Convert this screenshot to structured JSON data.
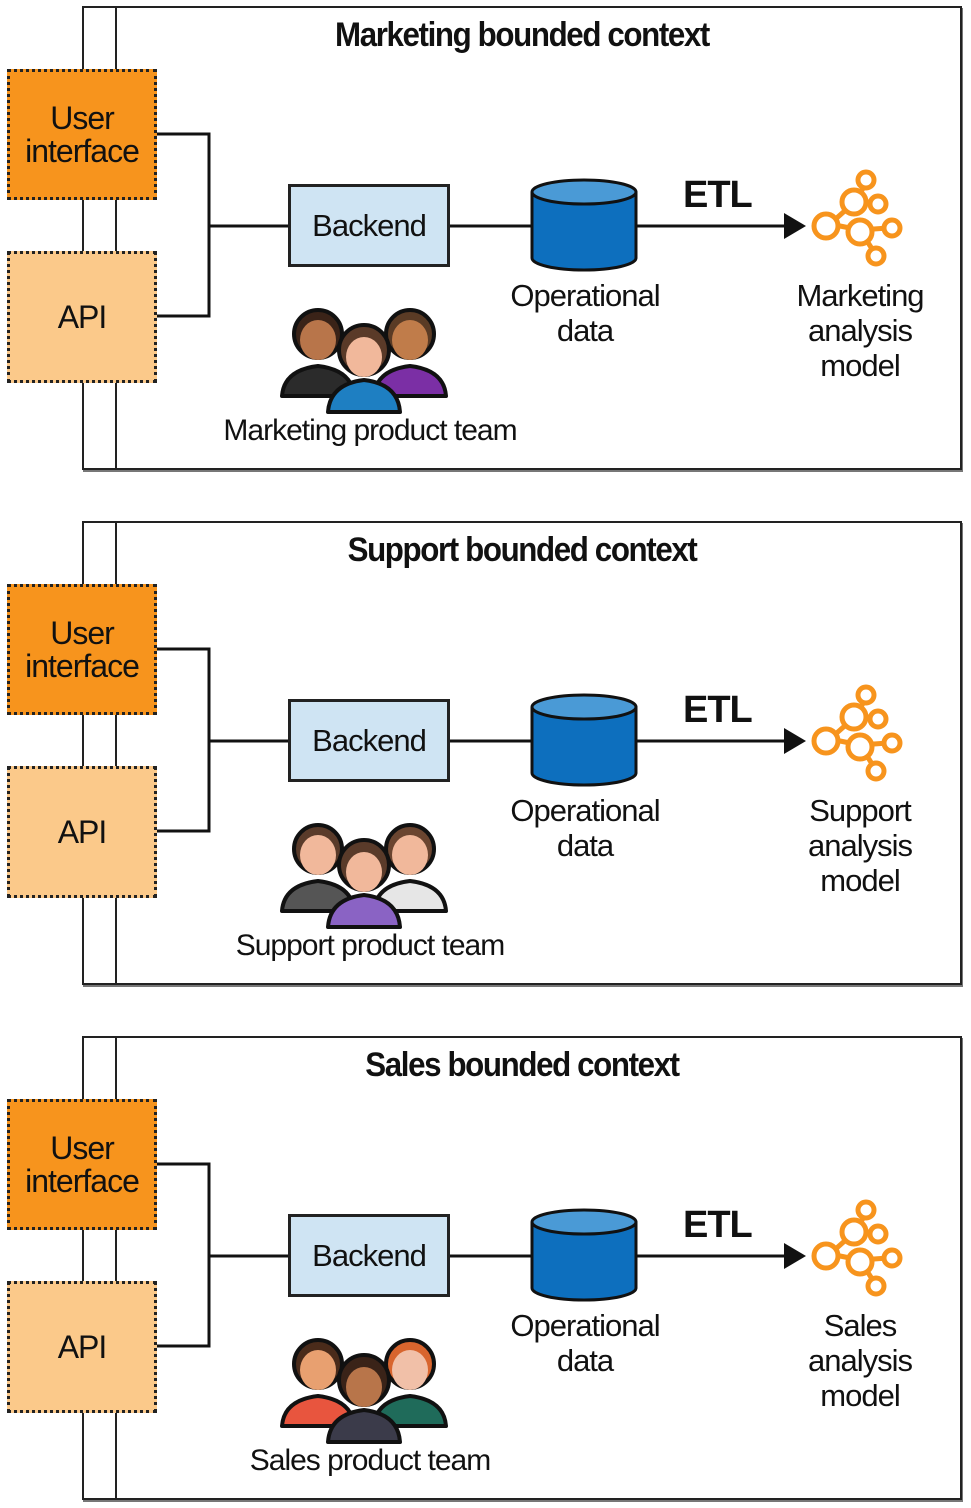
{
  "contexts": [
    {
      "title": "Marketing bounded context",
      "ui_label": "User interface",
      "api_label": "API",
      "backend_label": "Backend",
      "etl_label": "ETL",
      "db_label_1": "Operational",
      "db_label_2": "data",
      "model_label_1": "Marketing",
      "model_label_2": "analysis",
      "model_label_3": "model",
      "team_label": "Marketing product team",
      "team_colors": {
        "left_shirt": "#2b2b2b",
        "middle_shirt": "#1e7fc2",
        "right_shirt": "#7b2fa5",
        "left_skin": "#b8754a",
        "middle_skin": "#f1b89b",
        "right_skin": "#c07c4a",
        "left_hair": "#3a2318",
        "middle_hair": "#5a3a28",
        "right_hair": "#5a3b25"
      }
    },
    {
      "title": "Support bounded context",
      "ui_label": "User interface",
      "api_label": "API",
      "backend_label": "Backend",
      "etl_label": "ETL",
      "db_label_1": "Operational",
      "db_label_2": "data",
      "model_label_1": "Support",
      "model_label_2": "analysis",
      "model_label_3": "model",
      "team_label": "Support product team",
      "team_colors": {
        "left_shirt": "#555555",
        "middle_shirt": "#8a63c4",
        "right_shirt": "#e6e6e6",
        "left_skin": "#f1b89b",
        "middle_skin": "#f1b89b",
        "right_skin": "#f1b89b",
        "left_hair": "#5a3b2a",
        "middle_hair": "#5a3b2a",
        "right_hair": "#6a4530"
      }
    },
    {
      "title": "Sales bounded context",
      "ui_label": "User interface",
      "api_label": "API",
      "backend_label": "Backend",
      "etl_label": "ETL",
      "db_label_1": "Operational",
      "db_label_2": "data",
      "model_label_1": "Sales",
      "model_label_2": "analysis",
      "model_label_3": "model",
      "team_label": "Sales product team",
      "team_colors": {
        "left_shirt": "#e8553e",
        "middle_shirt": "#3b3b4a",
        "right_shirt": "#1f6b5a",
        "left_skin": "#e8a070",
        "middle_skin": "#b8754a",
        "right_skin": "#f1c0a8",
        "left_hair": "#4a2b1a",
        "middle_hair": "#3a2318",
        "right_hair": "#d8652e"
      }
    }
  ],
  "colors": {
    "ui_fill": "#f7941d",
    "api_fill": "#fbc98a",
    "backend_fill": "#cfe4f3",
    "db_fill": "#0d6fbe",
    "db_top": "#4a9ad6",
    "model_stroke": "#f7941d"
  }
}
